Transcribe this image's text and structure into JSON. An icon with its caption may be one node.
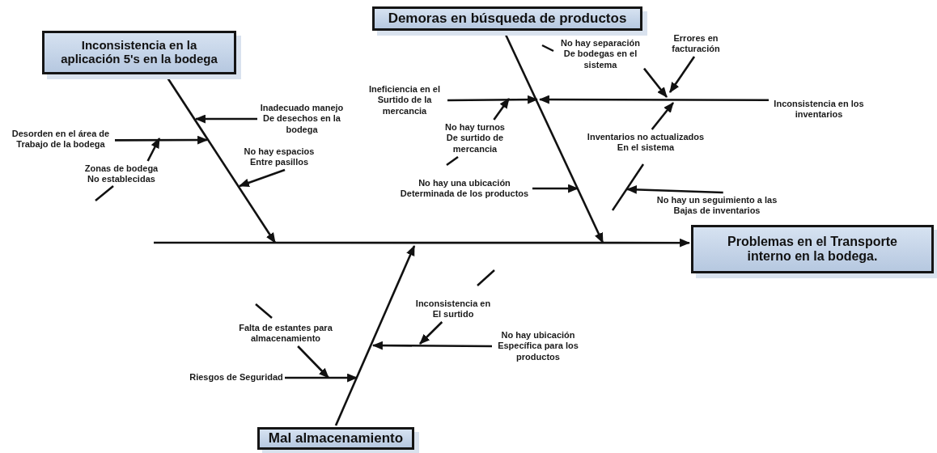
{
  "diagram": {
    "nodes": [
      {
        "text": [
          "Inconsistencia en la aplicación 5's en la bodega"
        ]
      },
      {
        "text": [
          "Desorden en el área de Trabajo de la bodega"
        ]
      },
      {
        "text": [
          "Zonas de bodega No establecidas"
        ]
      },
      {
        "text": [
          "Inadecuado manejo De desechos en la bodega"
        ]
      },
      {
        "text": [
          "No hay espacios Entre pasillos"
        ]
      },
      {
        "text": [
          "Demoras en búsqueda de productos"
        ]
      },
      {
        "text": [
          "Ineficiencia en el Surtido de la mercancia"
        ]
      },
      {
        "text": [
          "No hay turnos De surtido de mercancia"
        ]
      },
      {
        "text": [
          "No hay separación De bodegas en el sistema"
        ]
      },
      {
        "text": [
          "Errores en facturación"
        ]
      },
      {
        "text": [
          "Inconsistencia en los inventarios"
        ]
      },
      {
        "text": [
          "Inventarios no actualizados En el sistema"
        ]
      },
      {
        "text": [
          "No hay un seguimiento a las Bajas de inventarios"
        ]
      },
      {
        "text": [
          "No hay una ubicación Determinada de los productos"
        ]
      },
      {
        "text": [
          "Problemas en el Transporte interno en la bodega."
        ]
      },
      {
        "text": [
          "Inconsistencia en El surtido"
        ]
      },
      {
        "text": [
          "Falta de estantes para almacenamiento"
        ]
      },
      {
        "text": [
          "No hay ubicación Específica para los productos"
        ]
      },
      {
        "text": [
          "Riesgos de Seguridad"
        ]
      },
      {
        "text": [
          "Mal almacenamiento"
        ]
      }
    ],
    "edges": [
      {
        "from": 0,
        "to": null,
        "arrow": "to"
      },
      {
        "from": 1,
        "to": null,
        "arrow": "to"
      },
      {
        "from": 2,
        "to": null,
        "arrow": "to"
      },
      {
        "from": 3,
        "to": null,
        "arrow": "to"
      },
      {
        "from": 4,
        "to": null,
        "arrow": "to"
      },
      {
        "from": 5,
        "to": null,
        "arrow": "to"
      },
      {
        "from": 6,
        "to": null,
        "arrow": "to"
      },
      {
        "from": 7,
        "to": null,
        "arrow": "to"
      },
      {
        "from": 8,
        "to": null,
        "arrow": "to"
      },
      {
        "from": 9,
        "to": null,
        "arrow": "to"
      },
      {
        "from": 10,
        "to": null,
        "arrow": "to"
      },
      {
        "from": 11,
        "to": null,
        "arrow": "to"
      },
      {
        "from": 12,
        "to": null,
        "arrow": "to"
      },
      {
        "from": 13,
        "to": null,
        "arrow": "to"
      },
      {
        "from": null,
        "to": 14,
        "arrow": "to"
      },
      {
        "from": 15,
        "to": null,
        "arrow": "to"
      },
      {
        "from": 16,
        "to": null,
        "arrow": "to"
      },
      {
        "from": 17,
        "to": null,
        "arrow": "to"
      },
      {
        "from": 18,
        "to": null,
        "arrow": "to"
      },
      {
        "from": 19,
        "to": null,
        "arrow": "to"
      }
    ]
  }
}
